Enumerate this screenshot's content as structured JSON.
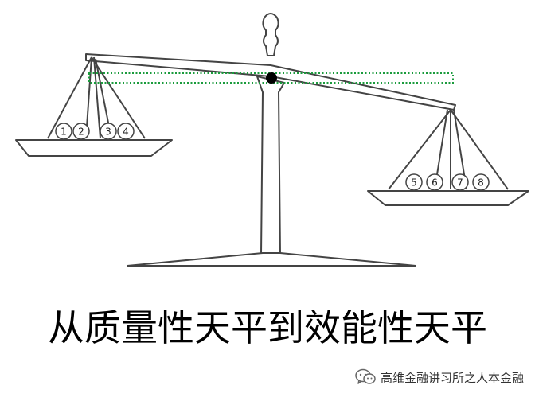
{
  "caption": "从质量性天平到效能性天平",
  "left_pan": {
    "items": [
      "1",
      "2",
      "3",
      "4"
    ]
  },
  "right_pan": {
    "items": [
      "5",
      "6",
      "7",
      "8"
    ]
  },
  "watermark": {
    "text": "高维金融讲习所之人本金融",
    "icon": "wechat-icon"
  },
  "colors": {
    "outline": "#444444",
    "level_line": "#1a9b3c",
    "pivot": "#000000",
    "caption": "#000000"
  }
}
